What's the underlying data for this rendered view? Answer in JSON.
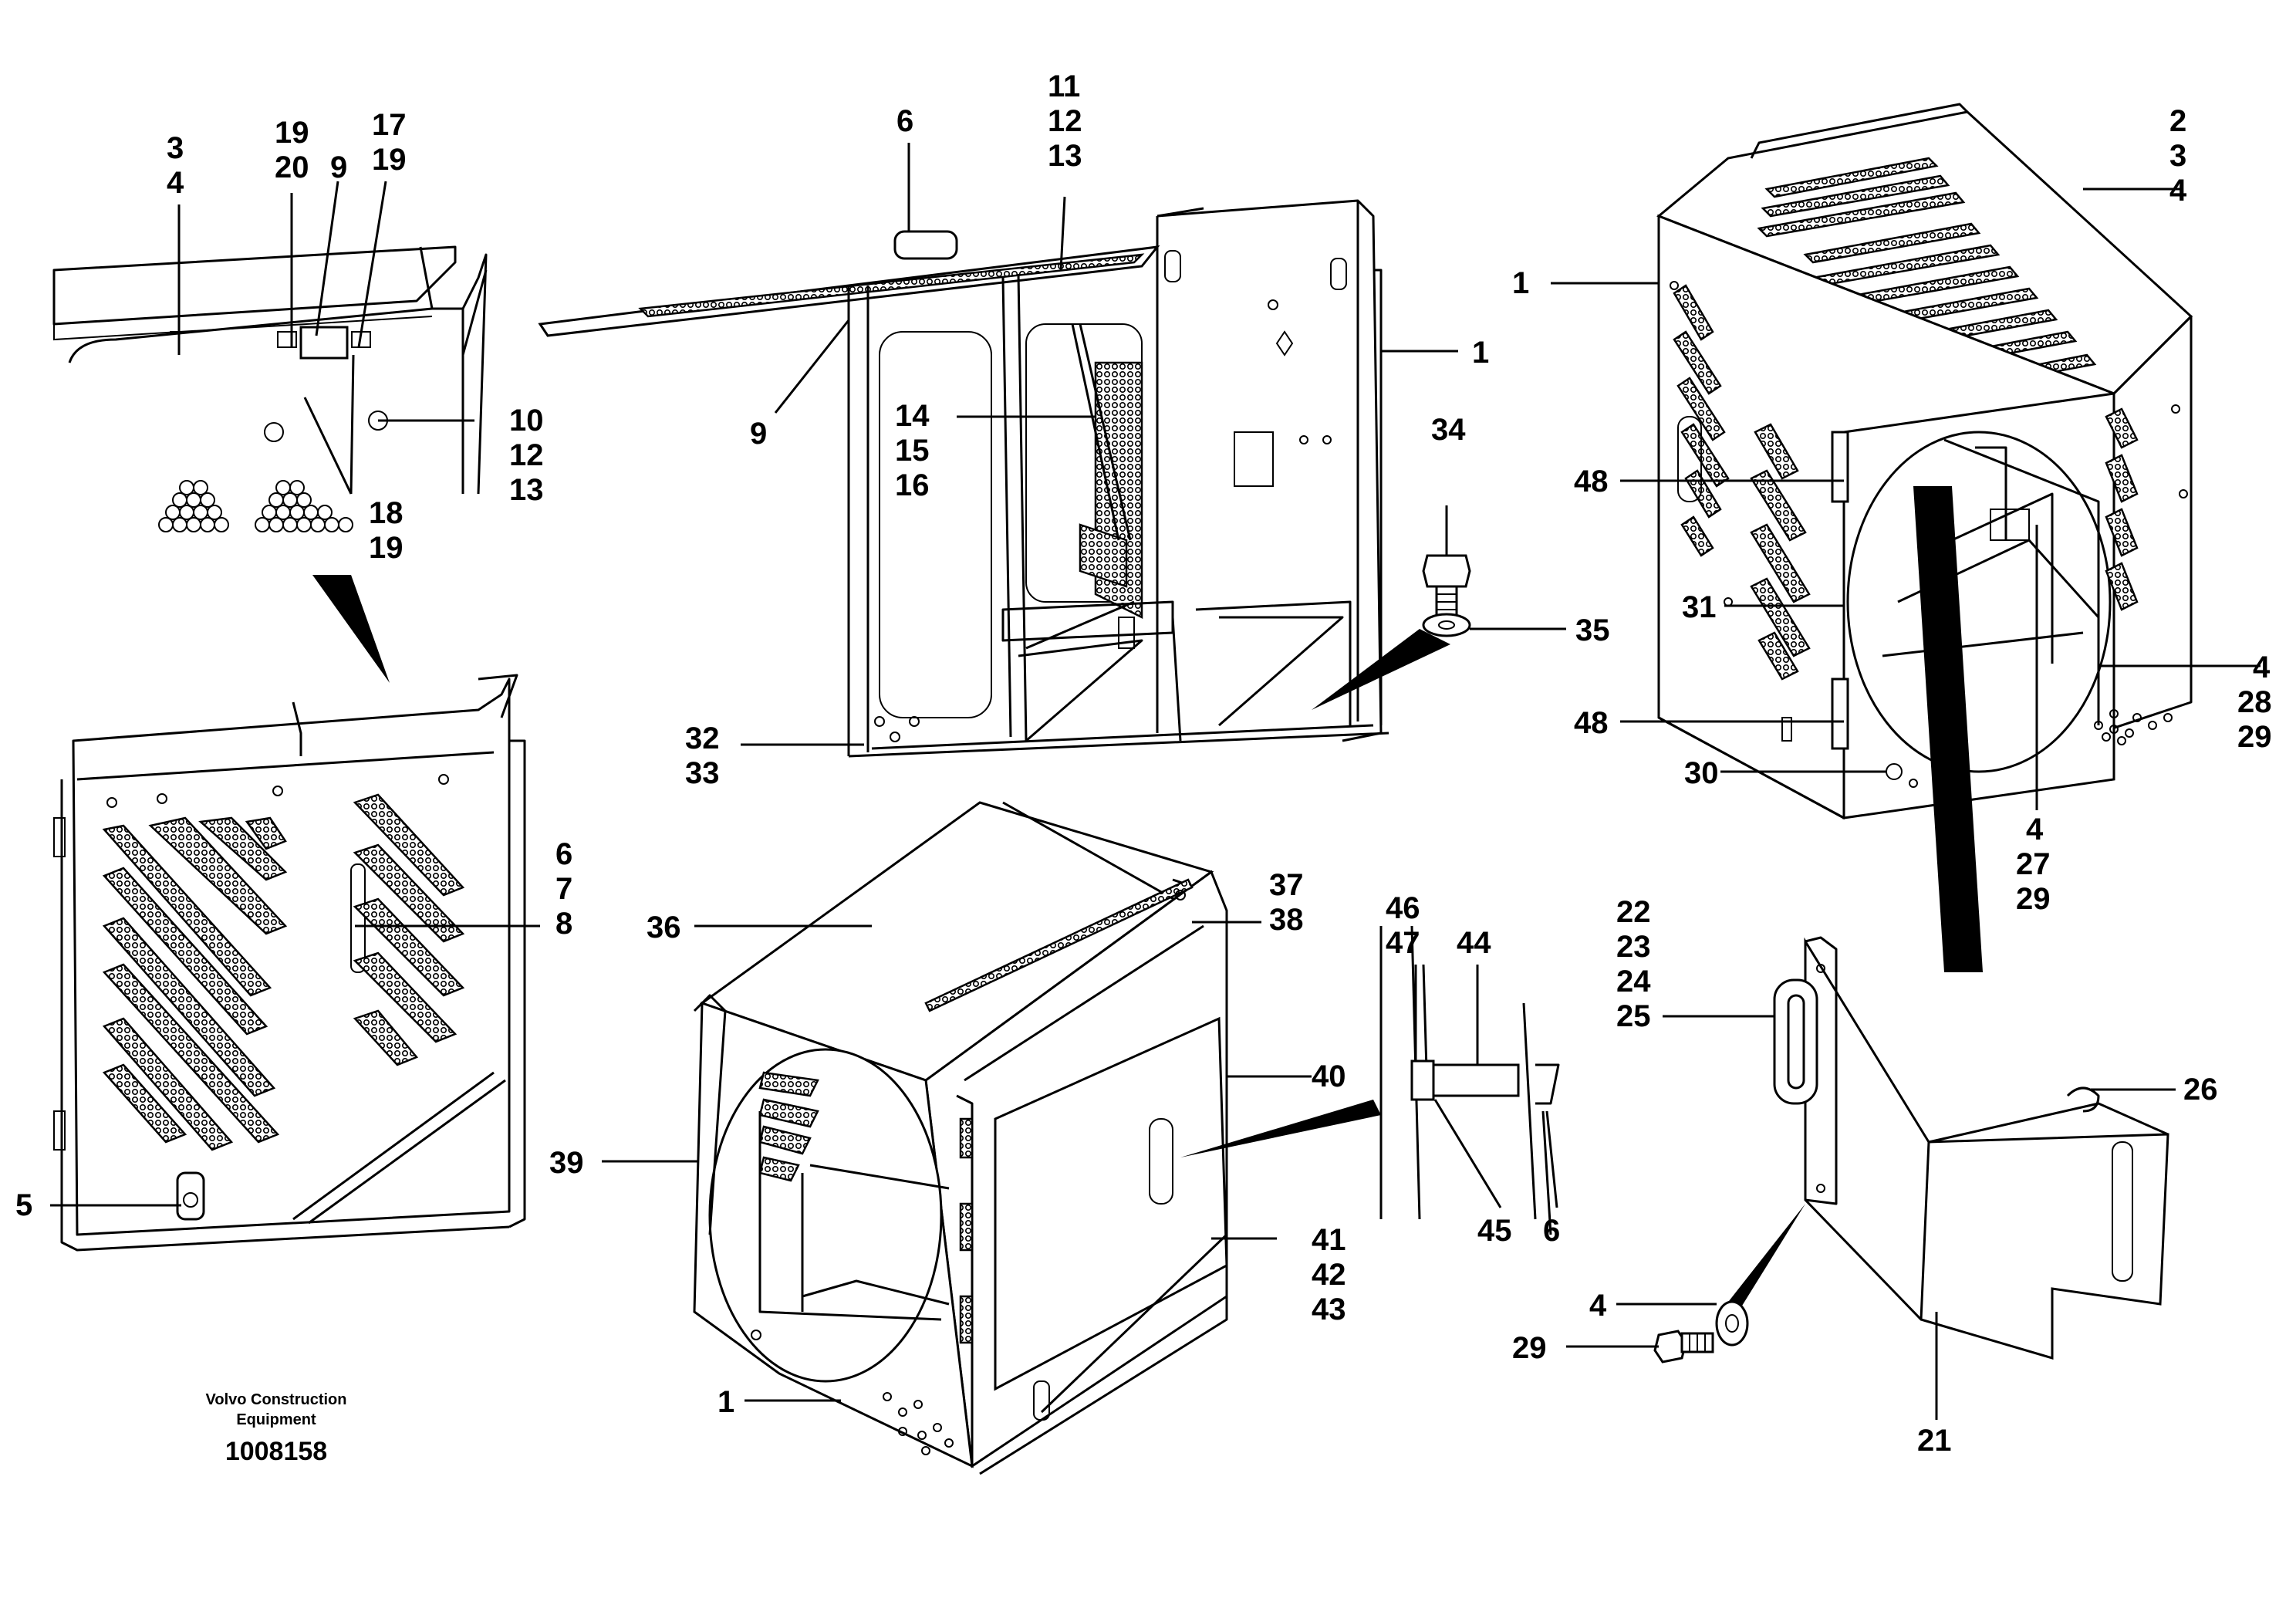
{
  "caption": {
    "company_line1": "Volvo Construction",
    "company_line2": "Equipment",
    "drawing_number": "1008158"
  },
  "labels": {
    "topleft": {
      "a": "3",
      "b": "4",
      "c": "19",
      "d": "20",
      "e": "9",
      "f": "17",
      "g": "19",
      "h": "10",
      "i": "12",
      "j": "13",
      "k": "18",
      "l": "19"
    },
    "leftpanel": {
      "a": "6",
      "b": "7",
      "c": "8",
      "d": "5"
    },
    "center": {
      "a": "6",
      "b": "11",
      "c": "12",
      "d": "13",
      "e": "9",
      "f": "14",
      "g": "15",
      "h": "16",
      "i": "1",
      "j": "32",
      "k": "33",
      "l": "34",
      "m": "35"
    },
    "right": {
      "a": "2",
      "b": "3",
      "c": "4",
      "d": "1",
      "e": "48",
      "f": "31",
      "g": "48",
      "h": "30",
      "i": "4",
      "j": "28",
      "k": "29",
      "l": "4",
      "m": "27",
      "n": "29"
    },
    "bottomcenter": {
      "a": "36",
      "b": "37",
      "c": "38",
      "d": "39",
      "e": "40",
      "f": "41",
      "g": "42",
      "h": "43",
      "i": "1"
    },
    "detail": {
      "a": "46",
      "b": "47",
      "c": "44",
      "d": "45",
      "e": "6"
    },
    "bottomright": {
      "a": "22",
      "b": "23",
      "c": "24",
      "d": "25",
      "e": "26",
      "f": "4",
      "g": "29",
      "h": "21"
    }
  }
}
